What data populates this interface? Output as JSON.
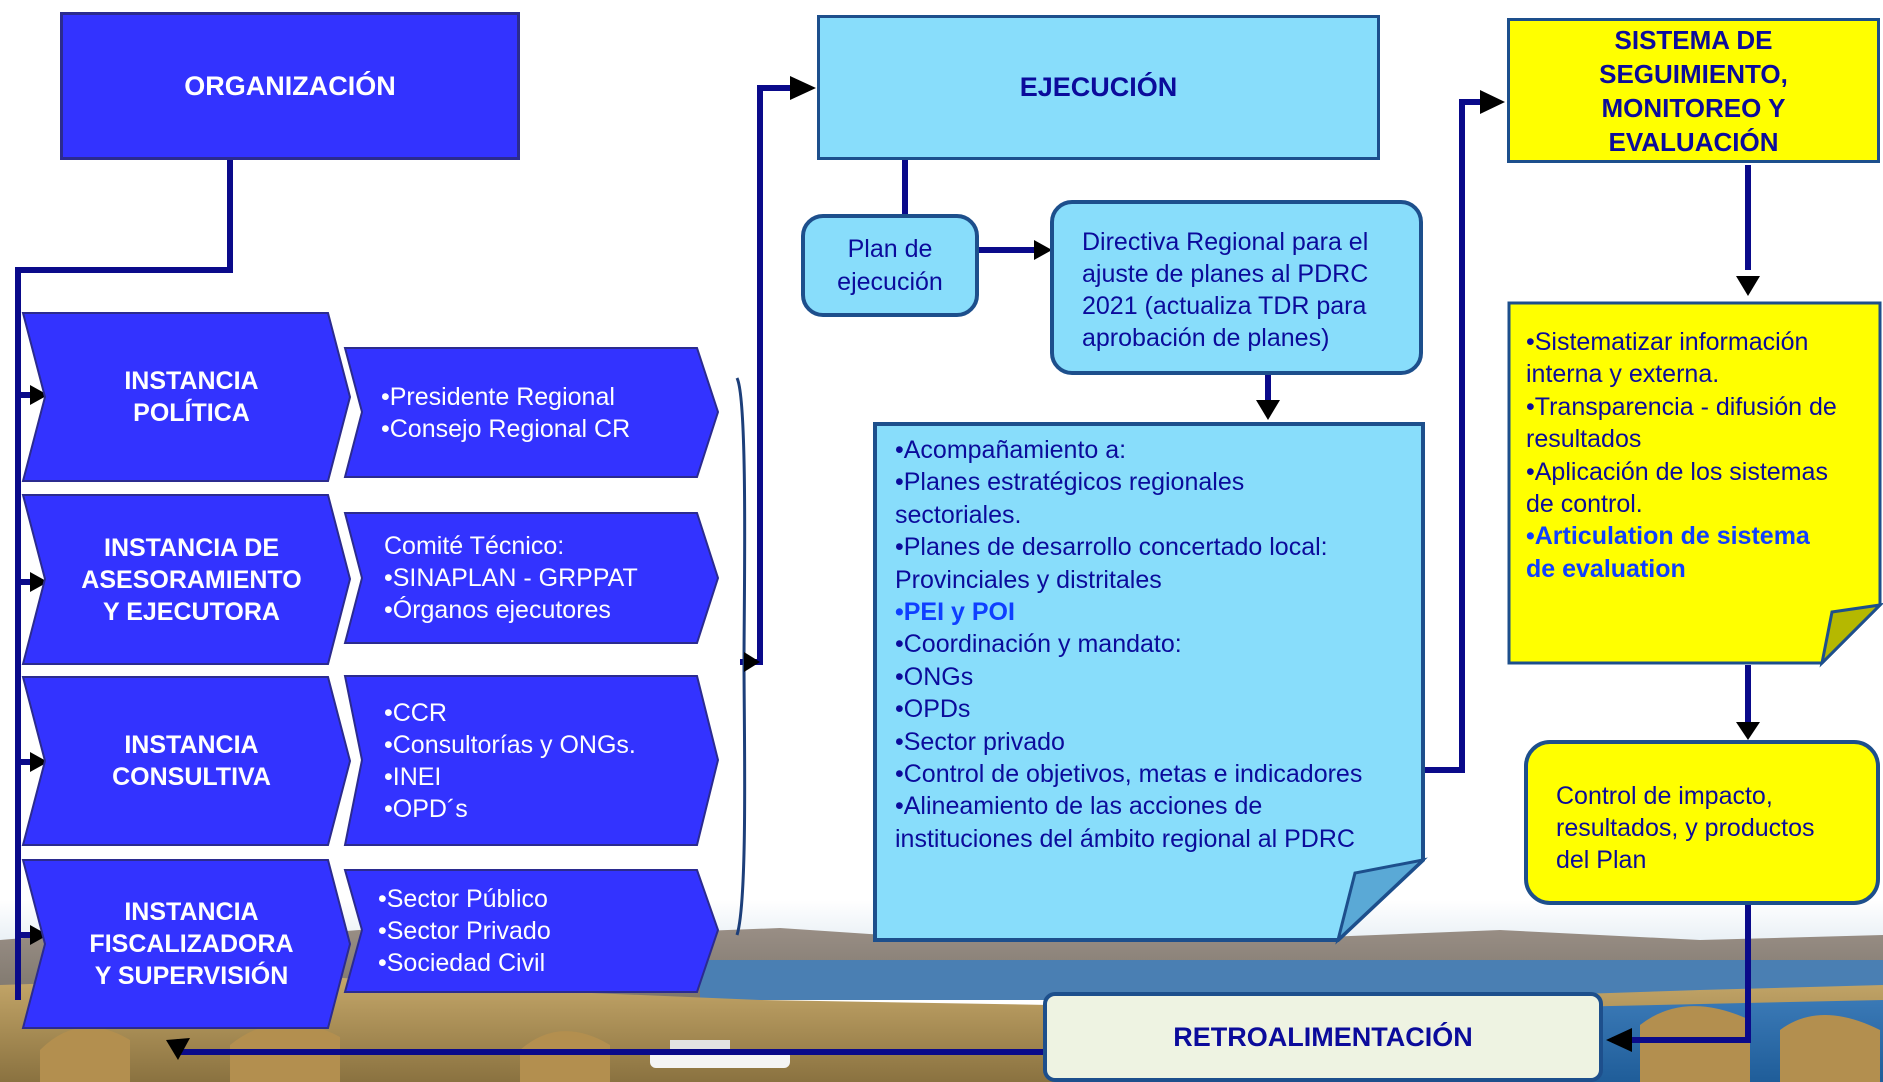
{
  "colors": {
    "dark_blue_box": "#3333ff",
    "light_blue_box": "#88ddfb",
    "yellow_box": "#ffff00",
    "connector": "#0a0a8a",
    "text_navy": "#0b0b9b"
  },
  "organizacion": {
    "title": "ORGANIZACIÓN"
  },
  "instancias": [
    {
      "label_lines": [
        "INSTANCIA",
        "POLÍTICA"
      ],
      "items": [
        "•Presidente Regional",
        "•Consejo Regional CR"
      ]
    },
    {
      "label_lines": [
        "INSTANCIA DE",
        "ASESORAMIENTO",
        "Y EJECUTORA"
      ],
      "items": [
        "Comité Técnico:",
        "•SINAPLAN - GRPPAT",
        "•Órganos ejecutores"
      ]
    },
    {
      "label_lines": [
        "INSTANCIA",
        "CONSULTIVA"
      ],
      "items": [
        "•CCR",
        "•Consultorías y ONGs.",
        "•INEI",
        "•OPD´s"
      ]
    },
    {
      "label_lines": [
        "INSTANCIA",
        "FISCALIZADORA",
        "Y SUPERVISIÓN"
      ],
      "items": [
        "•Sector Público",
        "•Sector  Privado",
        "•Sociedad Civil"
      ]
    }
  ],
  "ejecucion": {
    "title": "EJECUCIÓN",
    "plan_lines": [
      "Plan de",
      "ejecución"
    ],
    "directiva_lines": [
      "Directiva Regional para el",
      "ajuste de planes al PDRC",
      "2021 (actualiza TDR para",
      "aprobación de planes)"
    ],
    "acompanamiento": [
      {
        "text": "•Acompañamiento a:",
        "bold": false
      },
      {
        "text": "•Planes estratégicos regionales",
        "bold": false
      },
      {
        "text": "sectoriales.",
        "bold": false
      },
      {
        "text": "•Planes de desarrollo concertado local:",
        "bold": false
      },
      {
        "text": "Provinciales y distritales",
        "bold": false
      },
      {
        "text": "•PEI y POI",
        "bold": true
      },
      {
        "text": "•Coordinación y mandato:",
        "bold": false
      },
      {
        "text": "•ONGs",
        "bold": false
      },
      {
        "text": "•OPDs",
        "bold": false
      },
      {
        "text": "•Sector privado",
        "bold": false
      },
      {
        "text": "•Control de objetivos, metas e indicadores",
        "bold": false
      },
      {
        "text": "•Alineamiento de las acciones  de",
        "bold": false
      },
      {
        "text": "instituciones del ámbito regional al PDRC",
        "bold": false
      }
    ]
  },
  "sistema": {
    "title_lines": [
      "SISTEMA DE",
      "SEGUIMIENTO,",
      "MONITOREO Y",
      "EVALUACIÓN"
    ],
    "items": [
      {
        "text": "•Sistematizar  información",
        "bold": false
      },
      {
        "text": "interna y externa.",
        "bold": false
      },
      {
        "text": "•Transparencia - difusión de",
        "bold": false
      },
      {
        "text": "resultados",
        "bold": false
      },
      {
        "text": "•Aplicación de los sistemas",
        "bold": false
      },
      {
        "text": "de control.",
        "bold": false
      },
      {
        "text": "•Articulation de sistema",
        "bold": true
      },
      {
        "text": "de evaluation",
        "bold": true
      }
    ],
    "impacto_lines": [
      "Control de impacto,",
      "resultados, y productos",
      "del Plan"
    ]
  },
  "retroalimentacion": {
    "title": "RETROALIMENTACIÓN"
  }
}
